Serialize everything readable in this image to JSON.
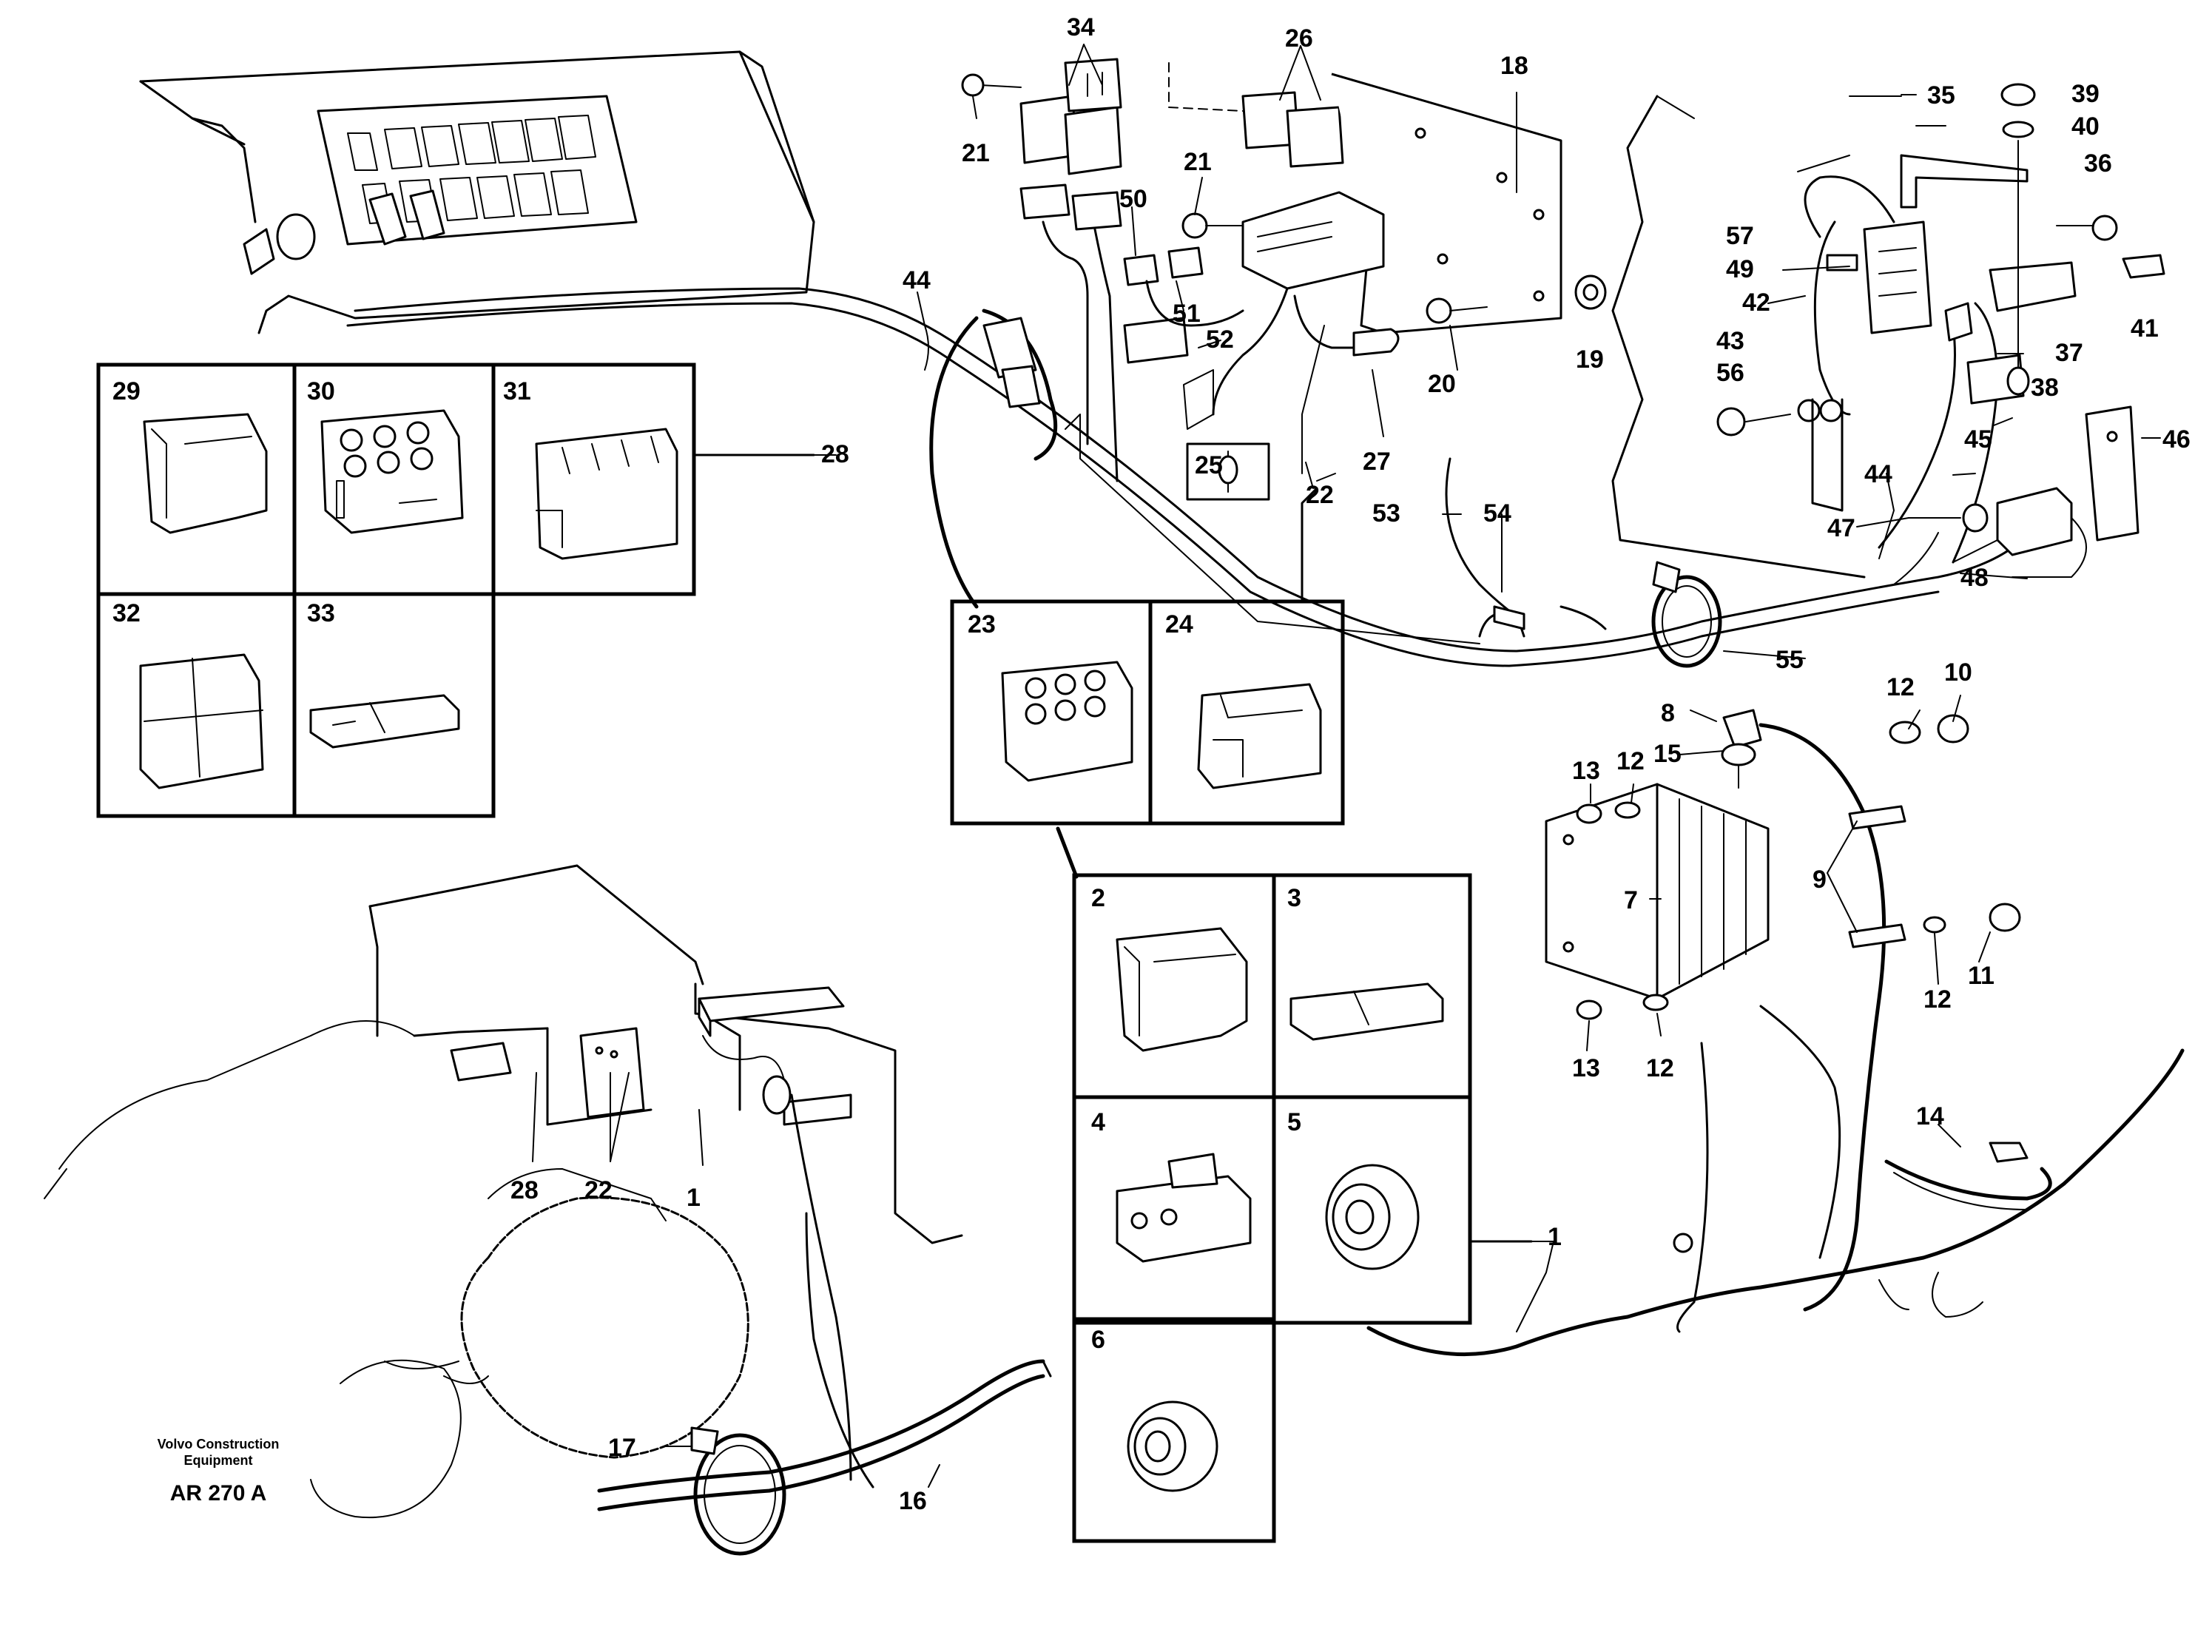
{
  "figure": {
    "caption_lines": [
      "Volvo Construction",
      "Equipment"
    ],
    "code": "AR 270 A"
  },
  "callouts": {
    "1a": "1",
    "1b": "1",
    "2": "2",
    "3": "3",
    "4": "4",
    "5": "5",
    "6": "6",
    "7": "7",
    "8": "8",
    "9": "9",
    "10": "10",
    "11": "11",
    "12a": "12",
    "12b": "12",
    "12c": "12",
    "12d": "12",
    "13a": "13",
    "13b": "13",
    "14": "14",
    "15": "15",
    "16": "16",
    "17": "17",
    "18": "18",
    "19": "19",
    "20": "20",
    "21a": "21",
    "21b": "21",
    "22a": "22",
    "22b": "22",
    "23": "23",
    "24": "24",
    "25": "25",
    "26": "26",
    "27": "27",
    "28a": "28",
    "28b": "28",
    "29": "29",
    "30": "30",
    "31": "31",
    "32": "32",
    "33": "33",
    "34": "34",
    "35": "35",
    "36": "36",
    "37": "37",
    "38": "38",
    "39": "39",
    "40": "40",
    "41": "41",
    "42": "42",
    "43": "43",
    "44a": "44",
    "44b": "44",
    "45": "45",
    "46": "46",
    "47": "47",
    "48": "48",
    "49": "49",
    "50": "50",
    "51": "51",
    "52": "52",
    "53": "53",
    "54": "54",
    "55": "55",
    "56": "56",
    "57": "57"
  }
}
